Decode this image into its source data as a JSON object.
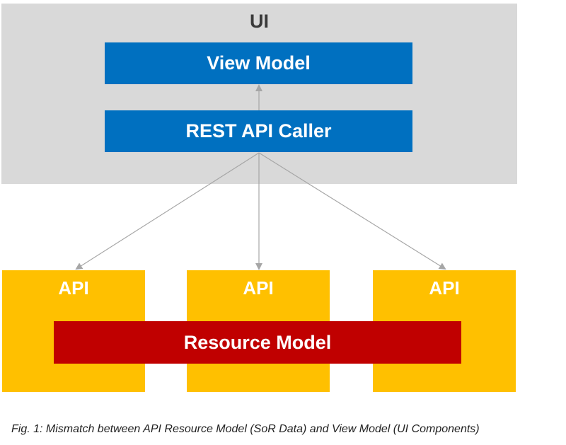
{
  "ui_container": {
    "title": "UI"
  },
  "view_model": {
    "label": "View Model"
  },
  "rest_api_caller": {
    "label": "REST API Caller"
  },
  "apis": [
    {
      "label": "API"
    },
    {
      "label": "API"
    },
    {
      "label": "API"
    }
  ],
  "resource_model": {
    "label": "Resource Model"
  },
  "caption": "Fig. 1: Mismatch between API Resource Model (SoR Data) and View Model (UI Components)",
  "colors": {
    "ui_background": "#d9d9d9",
    "blue": "#0070c0",
    "api_yellow": "#ffc000",
    "resource_red": "#c00000",
    "arrow_gray": "#a6a6a6"
  }
}
